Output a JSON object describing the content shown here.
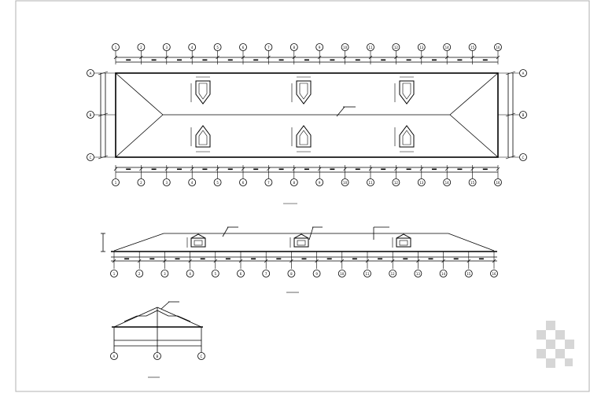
{
  "drawing": {
    "plan_title": "",
    "elevation_title": "",
    "section_title": "",
    "ridge_note": "",
    "elevation_notes": [
      "",
      "",
      ""
    ],
    "section_note": "",
    "grid_numbers": [
      "1",
      "2",
      "3",
      "4",
      "5",
      "6",
      "7",
      "8",
      "9",
      "10",
      "11",
      "12",
      "13",
      "14",
      "15",
      "16"
    ],
    "grid_letters": [
      "A",
      "B",
      "C"
    ],
    "dormer_dim": "",
    "dim_overall": "",
    "dim_bay": ""
  },
  "colors": {
    "line": "#000000",
    "frame": "#b0b0b0",
    "background": "#ffffff",
    "watermark": "#cfcfcf"
  }
}
